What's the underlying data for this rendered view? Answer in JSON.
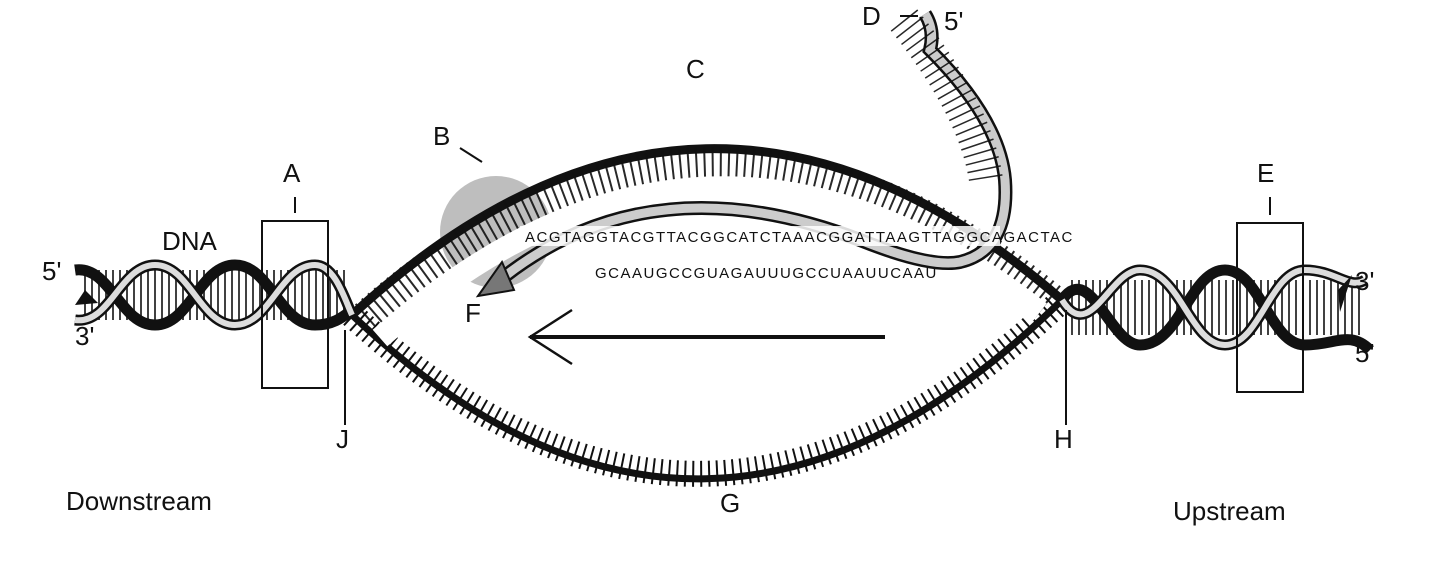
{
  "labels": {
    "A": "A",
    "B": "B",
    "C": "C",
    "D": "D",
    "E": "E",
    "F": "F",
    "G": "G",
    "H": "H",
    "J": "J",
    "dna": "DNA",
    "left_5prime": "5'",
    "left_3prime": "3'",
    "right_3prime": "3'",
    "right_5prime": "5'",
    "rna_5prime": "5'",
    "downstream": "Downstream",
    "upstream": "Upstream"
  },
  "sequences": {
    "dna_coding_strand": "ACGTAGGTACGTTACGGCATCTAAACGGATTAAGTTAGGCAGACTAC",
    "rna_transcript": "GCAAUGCCGUAGAUUUGCCUAAUUCAAU"
  },
  "colors": {
    "strand_dark": "#1a1a1a",
    "strand_light": "#bdbdbd",
    "polymerase_blob": "#9e9e9e"
  }
}
